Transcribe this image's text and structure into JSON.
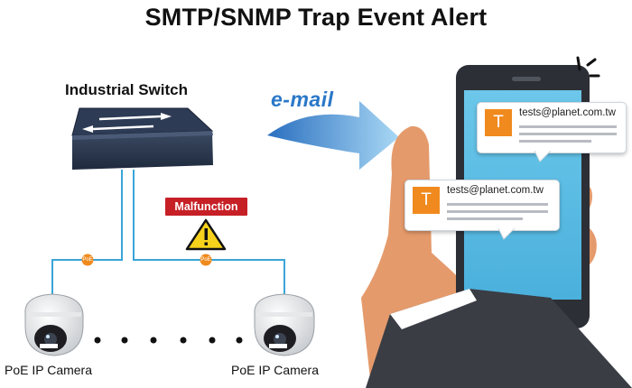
{
  "title": "SMTP/SNMP Trap Event Alert",
  "switch_label": "Industrial Switch",
  "alert_label": "Malfunction",
  "poe_badge": "PoE",
  "email_label": "e-mail",
  "cameras": [
    {
      "label": "PoE IP Camera"
    },
    {
      "label": "PoE IP Camera"
    }
  ],
  "notifications": [
    {
      "avatar": "T",
      "sender": "tests@planet.com.tw"
    },
    {
      "avatar": "T",
      "sender": "tests@planet.com.tw"
    }
  ],
  "colors": {
    "title": "#111111",
    "alert": "#c62026",
    "link_line": "#3aa5d8",
    "poe_badge": "#f08a1e",
    "email_arrow": "#2a78c8",
    "phone_screen": "#5bbde4",
    "avatar": "#f08a1e"
  },
  "icons": [
    "network-switch-icon",
    "warning-icon",
    "dome-camera-icon",
    "arrow-icon",
    "smartphone-icon",
    "hand-icon"
  ]
}
